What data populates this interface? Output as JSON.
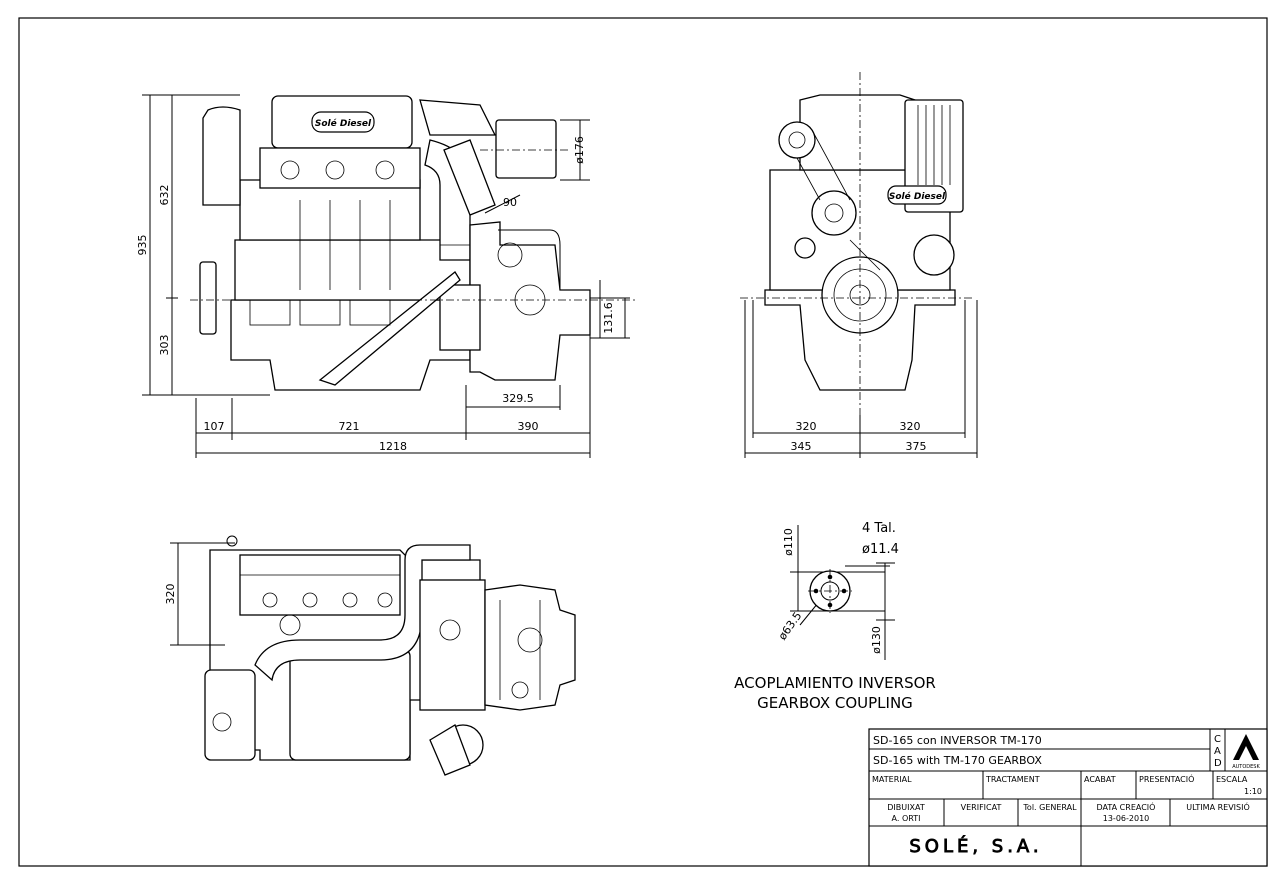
{
  "drawing": {
    "dimensions": {
      "side_height_upper": "632",
      "side_height_total": "935",
      "side_height_lower": "303",
      "filter_diameter": "ø176",
      "angle": "90",
      "shaft_height": "131.6",
      "gearbox_offset": "329.5",
      "front_overhang": "107",
      "engine_length": "721",
      "gearbox_length": "390",
      "total_length": "1218",
      "front_half_left": "320",
      "front_half_right": "320",
      "front_width_left": "345",
      "front_width_right": "375",
      "plan_offset": "320"
    },
    "brand_plate": "Solé Diesel",
    "coupling": {
      "holes": "4 Tal.",
      "hole_diameter": "ø11.4",
      "pitch_label": "ø110",
      "bolt_circle": "ø63.5",
      "outer_label": "ø130",
      "title_es": "ACOPLAMIENTO INVERSOR",
      "title_en": "GEARBOX COUPLING"
    }
  },
  "title_block": {
    "title_es": "SD-165 con INVERSOR TM-170",
    "title_en": "SD-165 with TM-170 GEARBOX",
    "cad_letters": [
      "C",
      "A",
      "D"
    ],
    "autodesk": "AUTODESK",
    "material_label": "MATERIAL",
    "tractament_label": "TRACTAMENT",
    "acabat_label": "ACABAT",
    "presentacio_label": "PRESENTACIÓ",
    "escala_label": "ESCALA",
    "escala_value": "1:10",
    "dibuixat_label": "DIBUIXAT",
    "dibuixat_value": "A. ORTI",
    "verificat_label": "VERIFICAT",
    "tol_label": "Tol. GENERAL",
    "data_label": "DATA CREACIÓ",
    "data_value": "13-06-2010",
    "ultima_label": "ULTIMA REVISIÓ",
    "company": "SOLÉ, S.A."
  }
}
